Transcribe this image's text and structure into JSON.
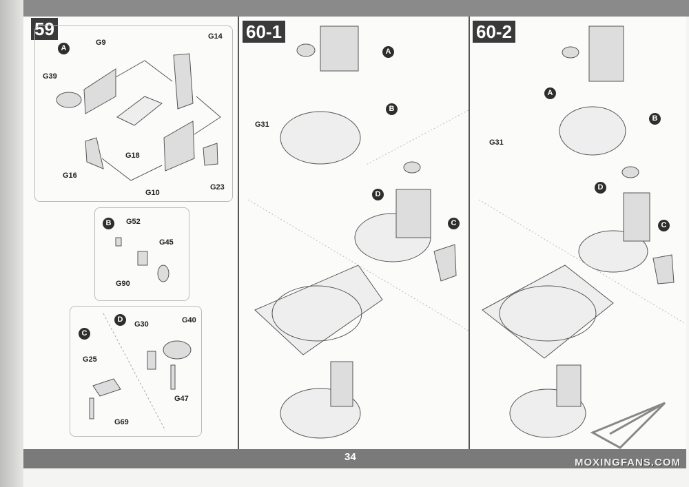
{
  "page_number": "34",
  "watermark": "MOXINGFANS.COM",
  "steps": {
    "s59": {
      "title": "59",
      "a": {
        "marker": "A",
        "parts": [
          "G9",
          "G14",
          "G39",
          "G18",
          "G16",
          "G10",
          "G23"
        ]
      },
      "b": {
        "marker": "B",
        "parts": [
          "G52",
          "G45",
          "G90"
        ]
      },
      "cd": {
        "marker_c": "C",
        "marker_d": "D",
        "parts": [
          "G30",
          "G40",
          "G25",
          "G47",
          "G69"
        ]
      }
    },
    "s60_1": {
      "title": "60-1",
      "markers": [
        "A",
        "B",
        "D",
        "C"
      ],
      "parts": [
        "G31"
      ]
    },
    "s60_2": {
      "title": "60-2",
      "markers": [
        "A",
        "B",
        "D",
        "C"
      ],
      "parts": [
        "G31"
      ]
    }
  }
}
